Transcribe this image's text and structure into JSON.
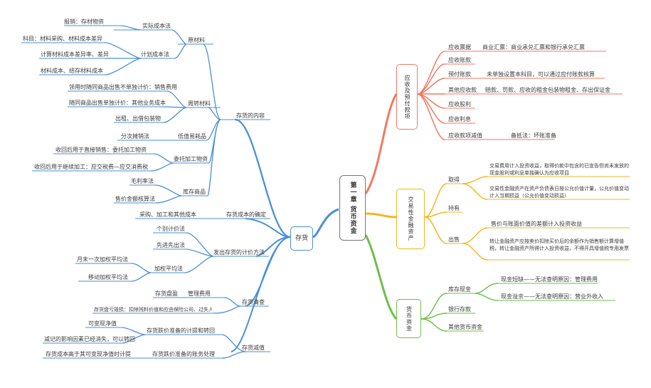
{
  "colors": {
    "blue": "#4a8fd6",
    "red": "#f07a62",
    "orange": "#f5b520",
    "green": "#6cbf4a",
    "center_border": "#777777"
  },
  "center": {
    "label": "第一章 货币资金"
  },
  "left": {
    "main": {
      "label": "存货"
    },
    "groups": [
      {
        "label": "存货的内容",
        "children": [
          {
            "label": "原材料",
            "children": [
              {
                "label": "实际成本法",
                "children": [
                  "报销：存材物资"
                ]
              },
              {
                "label": "计划成本法",
                "children": [
                  "科目：材料采购、材料成本差异",
                  "计算材料成本差异率、差异",
                  "材料成本、结存材料成本"
                ]
              }
            ]
          },
          {
            "label": "周转材料",
            "children": [
              {
                "label": "",
                "children": [
                  "领用时随同商品出售不单独计价：销售费用",
                  "随同商品出售单独计价：其他业务成本",
                  "出租、出借包装物"
                ]
              },
              {
                "label": "低值易耗品",
                "children": [
                  "分次摊销法"
                ]
              }
            ]
          },
          {
            "label": "委托加工物资",
            "children": [
              "收回后用于直接销售：委托加工物资",
              "收回后用于继续加工：应交税费—应交消费税"
            ]
          },
          {
            "label": "库存商品",
            "children": [
              "毛利率法",
              "售价金额核算法"
            ]
          }
        ]
      },
      {
        "label": "发出存货的计价方法",
        "lead": "采购、加工和其他成本",
        "lead_label": "存货成本的确定",
        "children": [
          {
            "label": "个别计价法"
          },
          {
            "label": "先进先出法"
          },
          {
            "label": "加权平均法",
            "children": [
              "月末一次加权平均法",
              "移动加权平均法"
            ]
          }
        ]
      },
      {
        "label": "存货清查",
        "children": [
          {
            "label": "存货盘盈",
            "note": "管理费用"
          },
          {
            "label": "存货盘亏毁损：扣除残料价值和应由保险公司、过失人赔偿后的净损失，计入管理费用或营业外支出"
          }
        ]
      },
      {
        "label": "存货减值",
        "children": [
          {
            "label": "存货跌价准备的计提和转回",
            "children": [
              "可变现净值",
              "减记的影响因素已经消失，可以转回"
            ]
          },
          {
            "label": "存货跌价准备的账务处理",
            "children": [
              "存货成本高于其可变现净值时计提"
            ]
          }
        ]
      }
    ]
  },
  "right": {
    "groups": [
      {
        "label": "应收及预付款项",
        "children": [
          {
            "label": "应收票据",
            "note": "商业汇票：商业承兑汇票和银行承兑汇票"
          },
          {
            "label": "应收账款"
          },
          {
            "label": "预付账款",
            "note": "未单独设置本科目，可以通过应付账款核算"
          },
          {
            "label": "其他应收款",
            "note": "赔款、罚款、应收的租金包装物租金、存出保证金"
          },
          {
            "label": "应收股利"
          },
          {
            "label": "应收利息"
          },
          {
            "label": "应收款项减值",
            "note": "备抵法：坏账准备"
          }
        ]
      },
      {
        "label": "交易性金融资产",
        "children": [
          {
            "label": "取得",
            "notes": [
              "交易费用计入投资收益，取得价款中包含的已宣告但尚未发放的现金股利或利息单独确认为应收项目",
              "交易性金融资产在资产负债表日按公允价值计量，公允价值变动计入当期损益（公允价值变动损益）"
            ]
          },
          {
            "label": "持有"
          },
          {
            "label": "出售",
            "notes": [
              "售价与账面价值的差额计入投资收益",
              "转让金融资产应按卖价扣除买价后的余额作为销售额计算增值税，转让金融资产所得计入投资收益，不得开具增值税专用发票"
            ]
          }
        ]
      },
      {
        "label": "货币资金",
        "children": [
          {
            "label": "库存现金",
            "notes": [
              "现金短缺——无法查明原因：管理费用",
              "现金溢余——无法查明原因：营业外收入"
            ]
          },
          {
            "label": "银行存款"
          },
          {
            "label": "其他货币资金"
          }
        ]
      }
    ]
  }
}
